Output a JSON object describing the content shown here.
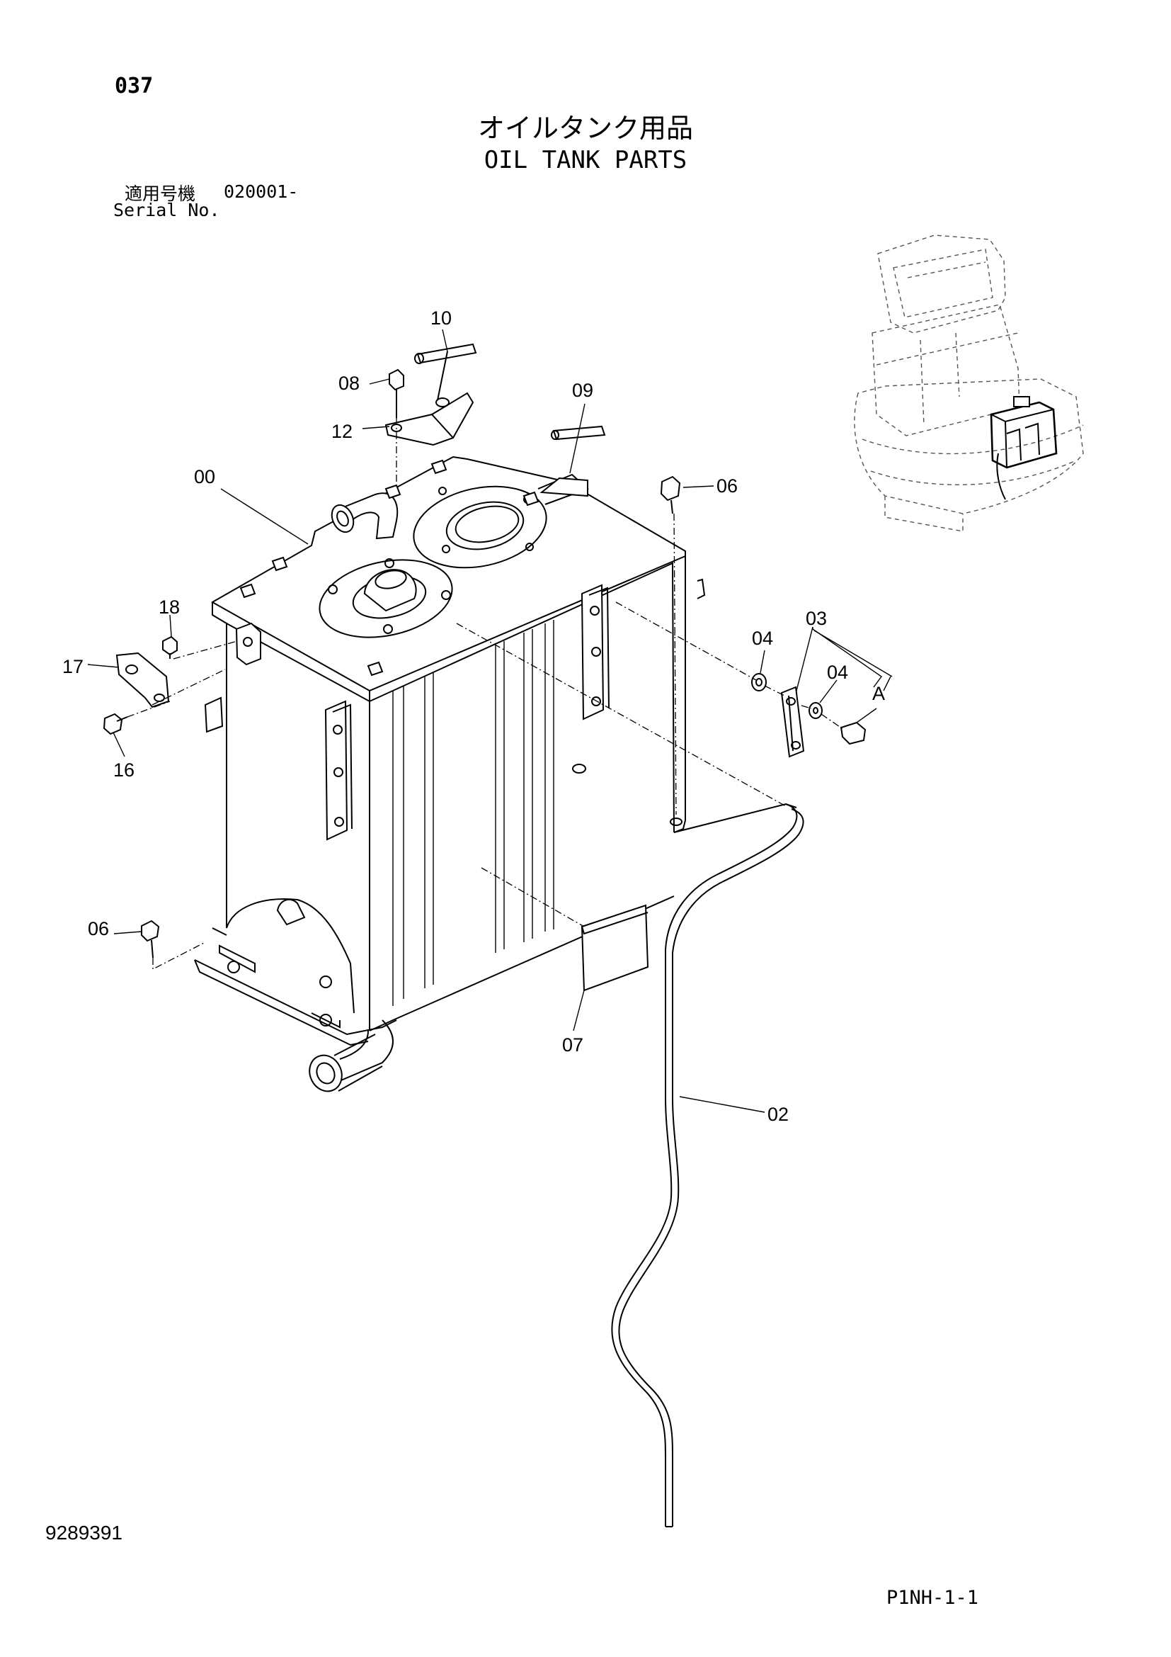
{
  "header": {
    "page_number": "037",
    "title_jp": "オイルタンク用品",
    "title_en": "OIL TANK PARTS",
    "serial_label_jp": "適用号機",
    "serial_value": "020001-",
    "serial_label_en": "Serial No."
  },
  "callouts": [
    {
      "id": "c10",
      "label": "10"
    },
    {
      "id": "c08",
      "label": "08"
    },
    {
      "id": "c12",
      "label": "12"
    },
    {
      "id": "c09",
      "label": "09"
    },
    {
      "id": "c00",
      "label": "00"
    },
    {
      "id": "c06a",
      "label": "06"
    },
    {
      "id": "c18",
      "label": "18"
    },
    {
      "id": "c17",
      "label": "17"
    },
    {
      "id": "c16",
      "label": "16"
    },
    {
      "id": "c03",
      "label": "03"
    },
    {
      "id": "c04a",
      "label": "04"
    },
    {
      "id": "c04b",
      "label": "04"
    },
    {
      "id": "cA",
      "label": "A"
    },
    {
      "id": "c06b",
      "label": "06"
    },
    {
      "id": "c07",
      "label": "07"
    },
    {
      "id": "c02",
      "label": "02"
    }
  ],
  "footer": {
    "drawing_number": "9289391",
    "page_code": "P1NH-1-1"
  }
}
